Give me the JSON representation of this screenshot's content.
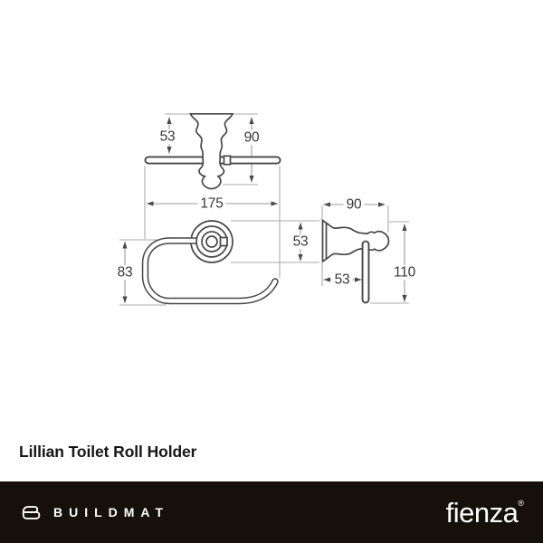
{
  "drawing": {
    "product_name": "Lillian Toilet Roll Holder",
    "dims": {
      "top_53": "53",
      "top_90": "90",
      "width_175": "175",
      "front_83": "83",
      "mid_53": "53",
      "side_90": "90",
      "side_53": "53",
      "side_110": "110"
    }
  },
  "footer": {
    "left_brand": "BUILDMAT",
    "right_brand": "fienza",
    "trademark": "®"
  },
  "colors": {
    "object_line": "#474747",
    "dimension_line": "#9a9a9a",
    "extension_line": "#ababab",
    "label_text": "#383838",
    "footer_bg": "#15110a",
    "footer_text": "#ffffff"
  }
}
